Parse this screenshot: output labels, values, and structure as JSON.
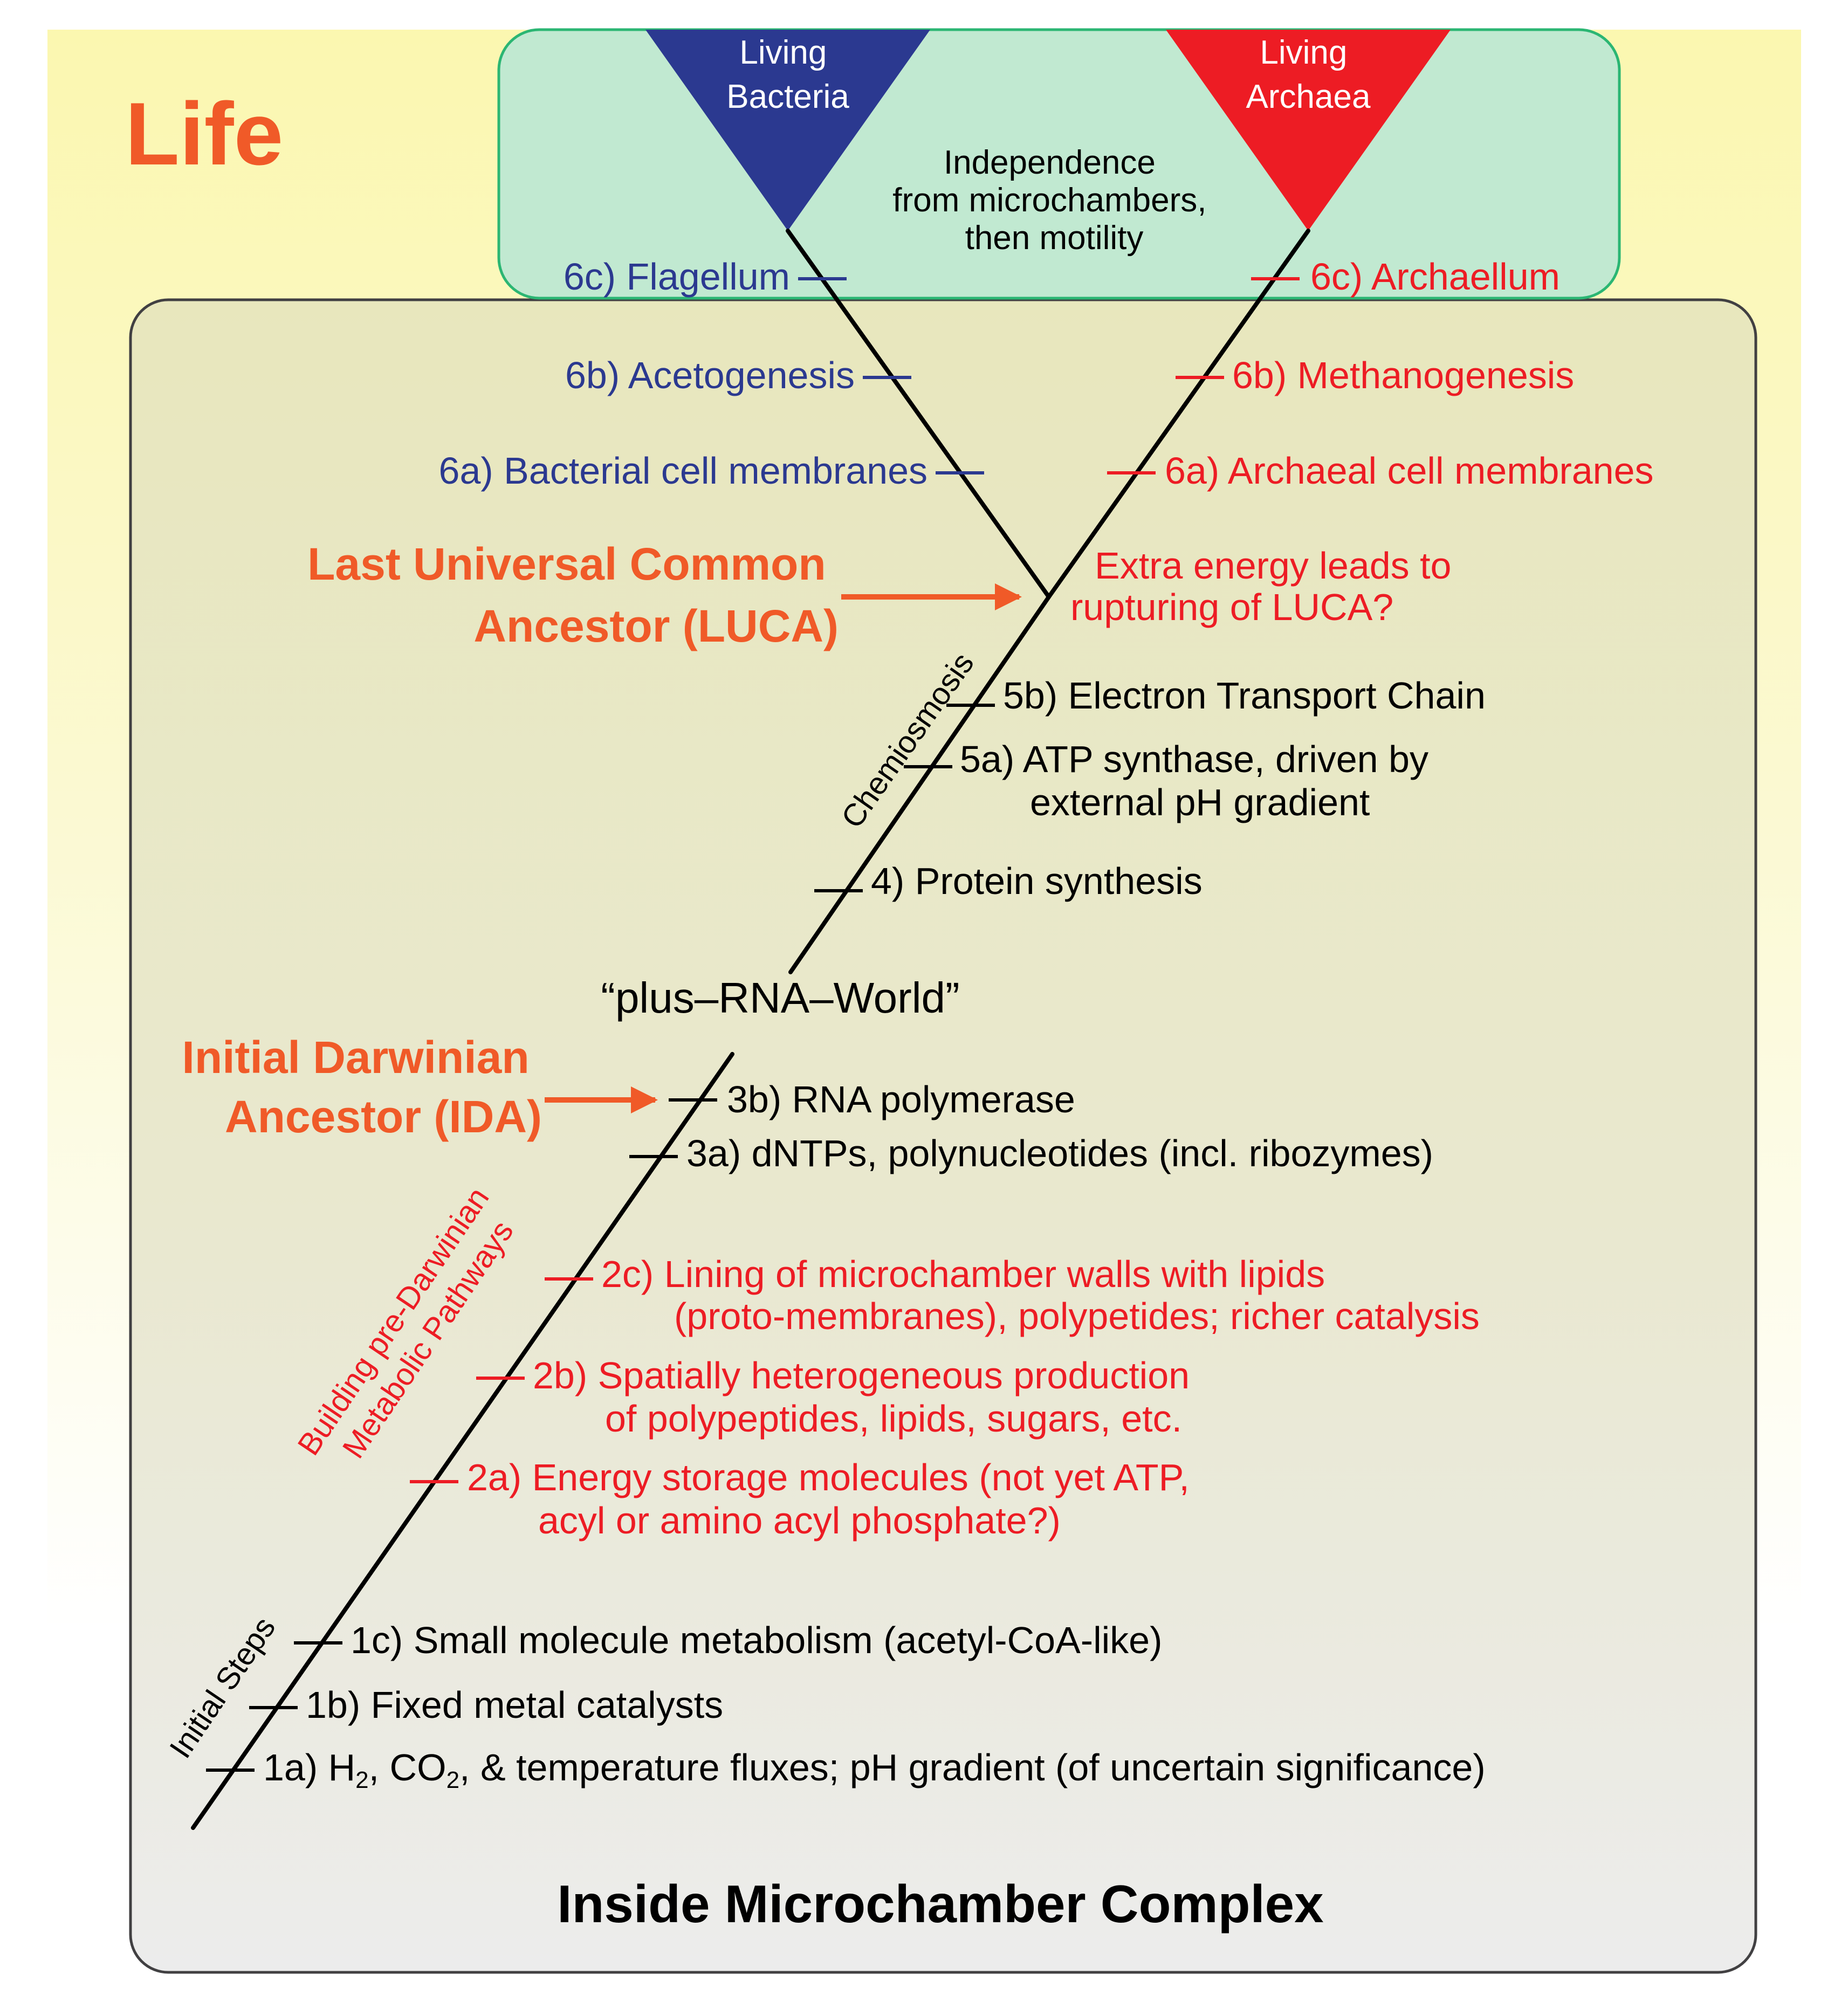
{
  "title": "Life",
  "outer_box_label": "Inside Microchamber Complex",
  "top_box_text": [
    "Independence",
    "from microchambers,",
    "then motility"
  ],
  "triangles": {
    "bacteria": [
      "Living",
      "Bacteria"
    ],
    "archaea": [
      "Living",
      "Archaea"
    ]
  },
  "ancestors": {
    "luca": [
      "Last Universal Common",
      "Ancestor (LUCA)"
    ],
    "ida": [
      "Initial Darwinian",
      "Ancestor (IDA)"
    ]
  },
  "luca_note": [
    "Extra energy leads to",
    "rupturing of LUCA?"
  ],
  "rna_world": "“plus–RNA–World”",
  "phases": {
    "chemiosmosis": "Chemiosmosis",
    "pre_darwinian": [
      "Building pre-Darwinian",
      "Metabolic Pathways"
    ],
    "initial": "Initial Steps"
  },
  "bacteria_steps": {
    "s6c": "6c) Flagellum",
    "s6b": "6b) Acetogenesis",
    "s6a": "6a) Bacterial cell membranes"
  },
  "archaea_steps": {
    "s6c": "6c) Archaellum",
    "s6b": "6b) Methanogenesis",
    "s6a": "6a) Archaeal cell membranes"
  },
  "stem_steps": {
    "s5b": "5b) Electron Transport Chain",
    "s5a": [
      "5a) ATP synthase, driven by",
      "external pH gradient"
    ],
    "s4": "4) Protein synthesis",
    "s3b": "3b) RNA polymerase",
    "s3a": "3a) dNTPs, polynucleotides (incl. ribozymes)",
    "s2c": [
      "2c) Lining of microchamber walls with lipids",
      "(proto-membranes), polypetides; richer catalysis"
    ],
    "s2b": [
      "2b) Spatially heterogeneous production",
      "of polypeptides, lipids, sugars, etc."
    ],
    "s2a": [
      "2a) Energy storage molecules (not yet ATP,",
      "acyl or amino acyl phosphate?)"
    ],
    "s1c": "1c) Small molecule metabolism (acetyl-CoA-like)",
    "s1b": "1b) Fixed metal catalysts",
    "s1a": {
      "pre": "1a) H",
      "sub1": "2",
      "mid": ", CO",
      "sub2": "2",
      "post": ", & temperature fluxes; pH gradient (of uncertain significance)"
    }
  },
  "colors": {
    "orange": "#f05a28",
    "bacteria_blue": "#2b3990",
    "archaea_red": "#ed1c24",
    "step_red": "#ed1c24",
    "top_box_fill": "#c1e9d1",
    "top_box_stroke": "#2bb673",
    "outer_box_stroke": "#414042",
    "background_yellow": "#fbf7b0"
  }
}
